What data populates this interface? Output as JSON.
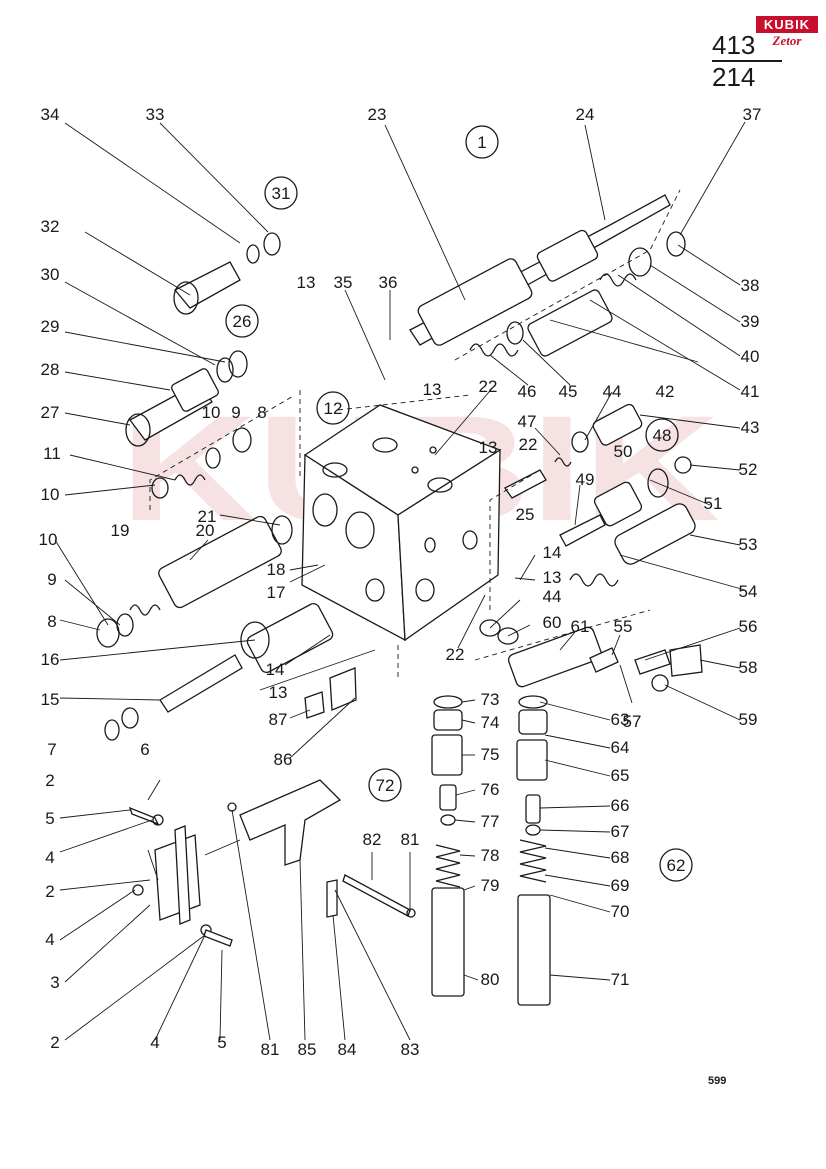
{
  "header": {
    "page_code_top": "413",
    "page_code_bottom": "214",
    "logo_brand": "KUBIK",
    "logo_sub": "Zetor"
  },
  "footer": {
    "page_number": "599"
  },
  "watermark": {
    "text": "KUBIK",
    "color": "#f3d7d7"
  },
  "group_refs": [
    "1",
    "12",
    "26",
    "31",
    "48",
    "62",
    "72"
  ],
  "part_numbers": [
    "2",
    "2",
    "2",
    "3",
    "4",
    "4",
    "4",
    "5",
    "5",
    "6",
    "7",
    "8",
    "8",
    "9",
    "9",
    "10",
    "10",
    "10",
    "11",
    "13",
    "13",
    "13",
    "13",
    "13",
    "14",
    "14",
    "15",
    "16",
    "17",
    "18",
    "19",
    "20",
    "21",
    "22",
    "22",
    "22",
    "23",
    "24",
    "25",
    "27",
    "28",
    "29",
    "30",
    "32",
    "33",
    "34",
    "35",
    "36",
    "37",
    "38",
    "39",
    "40",
    "41",
    "42",
    "43",
    "44",
    "44",
    "45",
    "46",
    "47",
    "49",
    "50",
    "51",
    "52",
    "53",
    "54",
    "55",
    "56",
    "57",
    "58",
    "59",
    "60",
    "61",
    "63",
    "64",
    "65",
    "66",
    "67",
    "68",
    "69",
    "70",
    "71",
    "73",
    "74",
    "75",
    "76",
    "77",
    "78",
    "79",
    "80",
    "81",
    "81",
    "82",
    "83",
    "84",
    "85",
    "86",
    "87"
  ],
  "colors": {
    "ink": "#1a1a1a",
    "accent": "#c8102e"
  }
}
